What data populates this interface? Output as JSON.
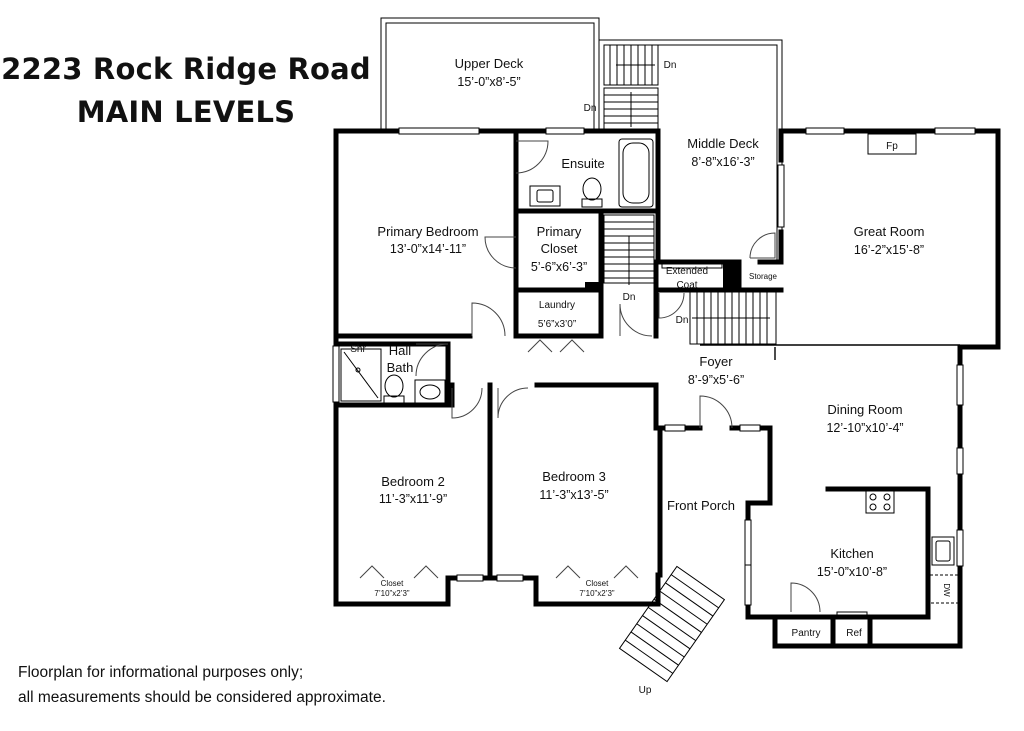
{
  "header": {
    "title_line1": "2223 Rock Ridge Road",
    "title_line2": "MAIN LEVELS"
  },
  "footer": {
    "note_line1": "Floorplan for informational purposes only;",
    "note_line2": "all measurements should be considered approximate."
  },
  "rooms": {
    "upper_deck": {
      "name": "Upper Deck",
      "dim": "15’-0”x8’-5”"
    },
    "middle_deck": {
      "name": "Middle Deck",
      "dim": "8’-8”x16’-3”"
    },
    "ensuite": {
      "name": "Ensuite"
    },
    "primary_bedroom": {
      "name": "Primary Bedroom",
      "dim": "13’-0”x14’-11”"
    },
    "primary_closet": {
      "name_line1": "Primary",
      "name_line2": "Closet",
      "dim": "5’-6”x6’-3”"
    },
    "laundry": {
      "name": "Laundry",
      "dim": "5’6”x3’0”"
    },
    "extended_coat": {
      "name_line1": "Extended",
      "name_line2": "Coat"
    },
    "storage": {
      "name": "Storage"
    },
    "great_room": {
      "name": "Great Room",
      "dim": "16’-2”x15’-8”",
      "fireplace": "Fp"
    },
    "hall_bath": {
      "name_line1": "Hall",
      "name_line2": "Bath",
      "shower": "Shr"
    },
    "foyer": {
      "name": "Foyer",
      "dim": "8’-9”x5’-6”"
    },
    "dining_room": {
      "name": "Dining Room",
      "dim": "12’-10”x10’-4”"
    },
    "bedroom2": {
      "name": "Bedroom 2",
      "dim": "11’-3”x11’-9”",
      "closet": "Closet",
      "closet_dim": "7’10”x2’3”"
    },
    "bedroom3": {
      "name": "Bedroom 3",
      "dim": "11’-3”x13’-5”",
      "closet": "Closet",
      "closet_dim": "7’10”x2’3”"
    },
    "front_porch": {
      "name": "Front Porch"
    },
    "kitchen": {
      "name": "Kitchen",
      "dim": "15’-0”x10’-8”",
      "dishwasher": "DW"
    },
    "pantry": {
      "name": "Pantry"
    },
    "ref": {
      "name": "Ref"
    }
  },
  "stairs": {
    "down": "Dn",
    "up": "Up"
  }
}
